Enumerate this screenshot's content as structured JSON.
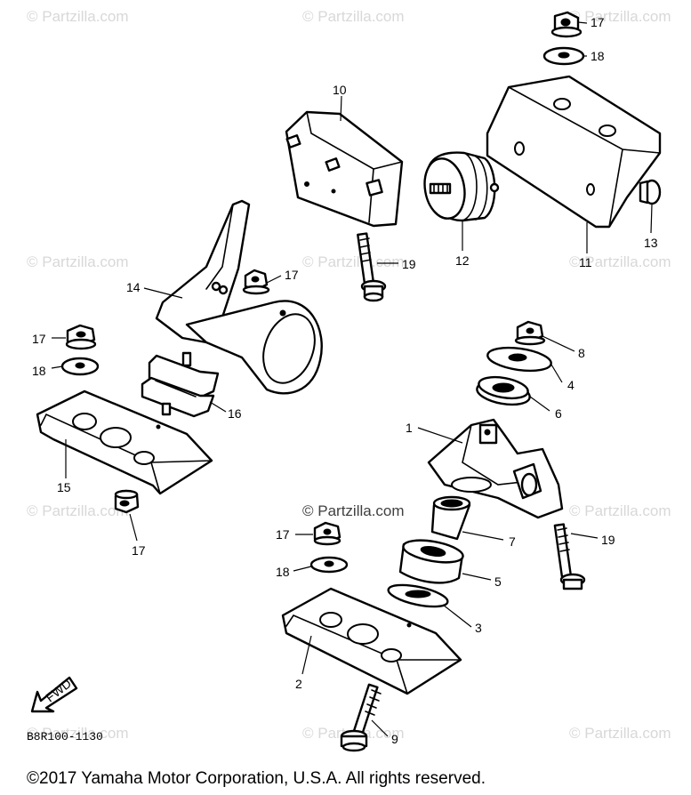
{
  "watermark_text": "© Partzilla.com",
  "diagram_code": "B8R100-1130",
  "fwd_label": "FWD",
  "copyright": "©2017 Yamaha Motor Corporation, U.S.A. All rights reserved.",
  "callouts": [
    "1",
    "2",
    "3",
    "4",
    "5",
    "6",
    "7",
    "8",
    "9",
    "10",
    "11",
    "12",
    "13",
    "14",
    "15",
    "16",
    "17",
    "18",
    "19"
  ],
  "colors": {
    "ink": "#000000",
    "watermark": "#d8d8d8",
    "background": "#ffffff"
  }
}
